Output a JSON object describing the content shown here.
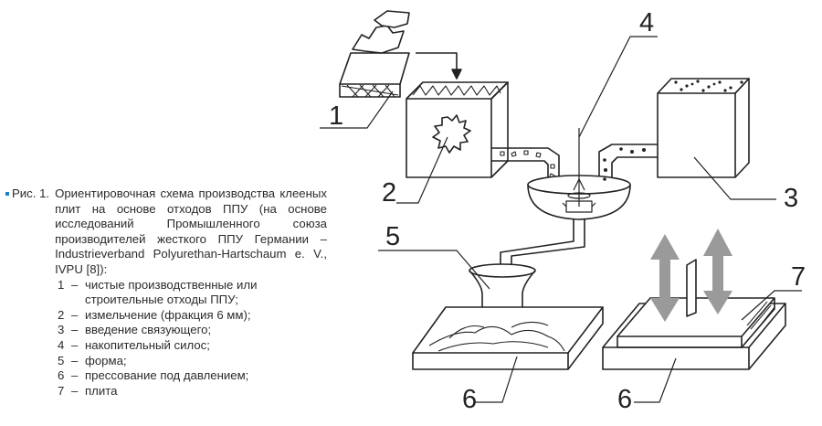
{
  "caption": {
    "figure_label": "Рис. 1.",
    "title": "Ориентировочная схема производства клееных плит на основе отходов ППУ (на основе исследований Промышленного союза производителей жесткого ППУ Германии – Industrieverband Polyurethan-Hartschaum e. V., IVPU [8]):",
    "legend": [
      {
        "num": "1",
        "text": "чистые производственные или строительные отходы ППУ;"
      },
      {
        "num": "2",
        "text": "измельчение (фракция 6 мм);"
      },
      {
        "num": "3",
        "text": "введение связующего;"
      },
      {
        "num": "4",
        "text": "накопительный силос;"
      },
      {
        "num": "5",
        "text": "форма;"
      },
      {
        "num": "6",
        "text": "прессование под давлением;"
      },
      {
        "num": "7",
        "text": "плита"
      }
    ]
  },
  "diagram_labels": {
    "l1": "1",
    "l2": "2",
    "l3": "3",
    "l4": "4",
    "l5": "5",
    "l6a": "6",
    "l6b": "6",
    "l7": "7"
  },
  "colors": {
    "bullet": "#1a7fc4",
    "ink": "#222222",
    "arrow_gray": "#9a9a9a"
  }
}
